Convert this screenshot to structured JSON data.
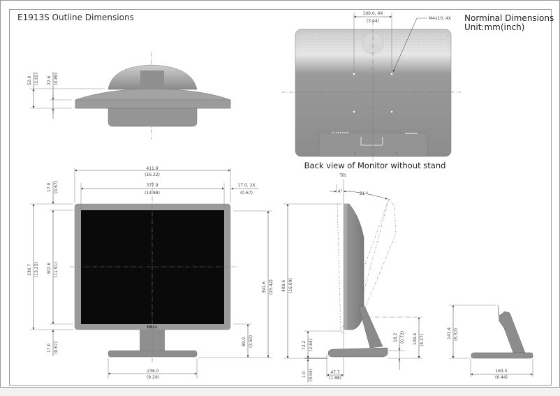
{
  "document": {
    "title": "E1913S Outline Dimensions",
    "notes": [
      "Norminal Dimensions",
      "Unit:mm(inch)"
    ],
    "back_view_caption": "Back view of Monitor without stand"
  },
  "top_view": {
    "dims": [
      {
        "mm": "52.0",
        "in": "(2.05)"
      },
      {
        "mm": "22.6",
        "in": "(0.89)"
      }
    ]
  },
  "back_view": {
    "vesa": {
      "mm": "100.0, 4X",
      "in": "(3.94)"
    },
    "screw": "M4x10, 4X"
  },
  "front_view": {
    "overall_width": {
      "mm": "411.9",
      "in": "(16.22)"
    },
    "active_width": {
      "mm": "377.9",
      "in": "(14.88)"
    },
    "side_bezel": {
      "mm": "17.0, 2X",
      "in": "(0.67)"
    },
    "top_bezel": {
      "mm": "17.0",
      "in": "(0.67)"
    },
    "overall_height": {
      "mm": "336.7",
      "in": "(13.25)"
    },
    "active_height": {
      "mm": "302.6",
      "in": "(11.91)"
    },
    "bottom_bezel": {
      "mm": "17.0",
      "in": "(0.67)"
    },
    "total_height": {
      "mm": "391.6",
      "in": "(15.42)"
    },
    "base_clearance": {
      "mm": "89.0",
      "in": "(3.50)"
    },
    "base_width": {
      "mm": "236.0",
      "in": "(9.29)"
    },
    "logo": "DELL"
  },
  "side_view": {
    "tilt_label": "Tilt",
    "tilt_forward": "4°",
    "tilt_back": "21 °",
    "total_height": {
      "mm": "408.6",
      "in": "(16.09)"
    },
    "bottom_height": {
      "mm": "72.2",
      "in": "(2.84)"
    },
    "base_thickness": {
      "mm": "1.0",
      "in": "(0.04)"
    },
    "front_offset": {
      "mm": "47.7",
      "in": "(1.88)"
    },
    "base_height": {
      "mm": "18.2",
      "in": "(0.72)"
    },
    "hinge_height": {
      "mm": "108.4",
      "in": "(4.27)"
    }
  },
  "stand_view": {
    "height": {
      "mm": "141.4",
      "in": "(5.57)"
    },
    "depth": {
      "mm": "163.5",
      "in": "(6.44)"
    }
  }
}
